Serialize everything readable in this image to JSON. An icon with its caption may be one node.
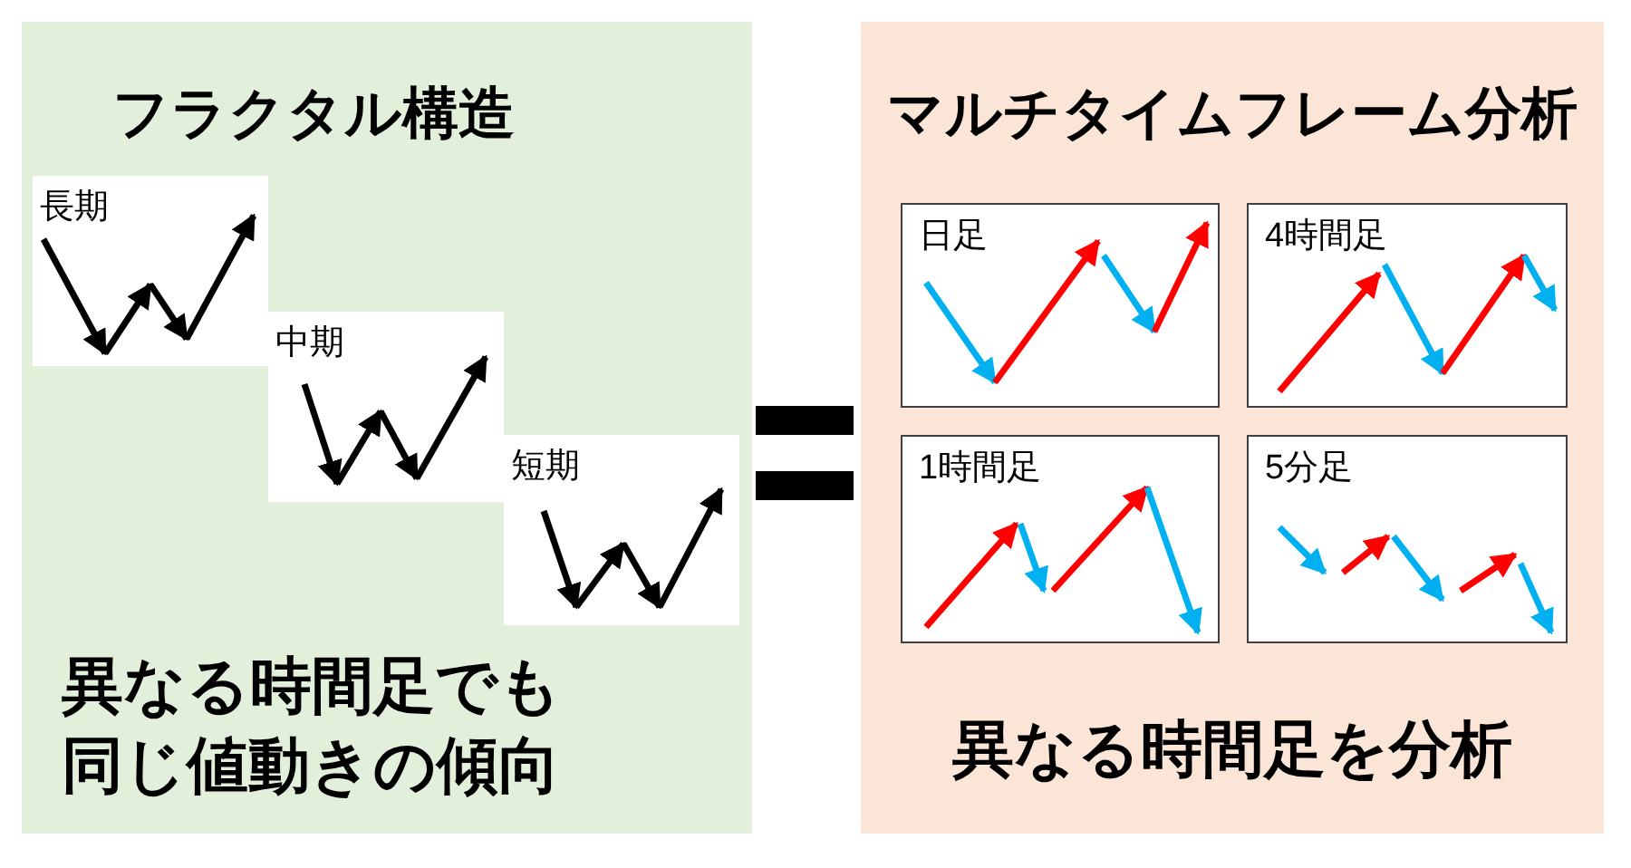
{
  "diagram": {
    "nodes": [
      {
        "text": [
          "フラクタル構造",
          "異なる時間足でも同じ値動きの傾向"
        ]
      },
      {
        "text": [
          "長期"
        ],
        "in": 0
      },
      {
        "text": [
          "中期"
        ],
        "in": 0
      },
      {
        "text": [
          "短期"
        ],
        "in": 0
      },
      {
        "text": [
          "マルチタイムフレーム分析",
          "異なる時間足を分析"
        ]
      },
      {
        "text": [
          "日足"
        ],
        "in": 4
      },
      {
        "text": [
          "4時間足"
        ],
        "in": 4
      },
      {
        "text": [
          "1時間足"
        ],
        "in": 4
      },
      {
        "text": [
          "5分足"
        ],
        "in": 4
      }
    ],
    "edges": []
  }
}
